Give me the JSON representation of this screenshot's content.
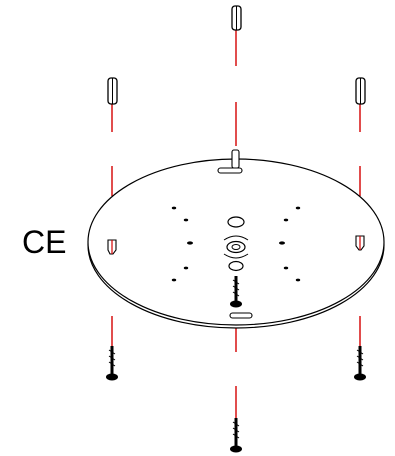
{
  "diagram": {
    "label": "CE",
    "colors": {
      "outline": "#000000",
      "axis_line": "#d40000",
      "background": "#ffffff"
    },
    "parts": {
      "standoff_post": "threaded-standoff",
      "wood_screw": "wood-screw",
      "mounting_plate": "round-base-plate"
    }
  }
}
